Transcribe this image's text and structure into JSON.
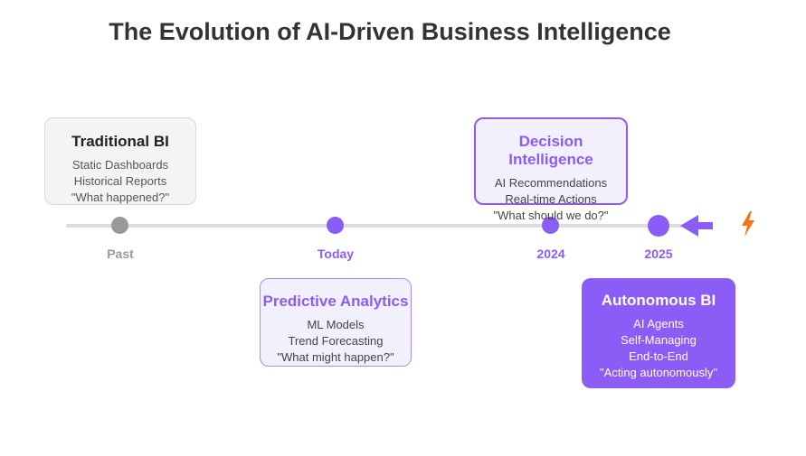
{
  "title": "The Evolution of AI-Driven Business Intelligence",
  "timeline": {
    "markers": [
      {
        "label": "Past"
      },
      {
        "label": "Today"
      },
      {
        "label": "2024"
      },
      {
        "label": "2025"
      }
    ]
  },
  "stages": {
    "traditional": {
      "heading": "Traditional BI",
      "lines": [
        "Static Dashboards",
        "Historical Reports",
        "\"What happened?\""
      ]
    },
    "predictive": {
      "heading": "Predictive Analytics",
      "lines": [
        "ML Models",
        "Trend Forecasting",
        "\"What might happen?\""
      ]
    },
    "decision": {
      "heading": "Decision Intelligence",
      "lines": [
        "AI Recommendations",
        "Real-time Actions",
        "\"What should we do?\""
      ]
    },
    "autonomous": {
      "heading": "Autonomous BI",
      "lines": [
        "AI Agents",
        "Self-Managing",
        "End-to-End",
        "\"Acting autonomously\""
      ]
    }
  },
  "icons": {
    "arrow": "arrow-left-icon",
    "bolt": "lightning-bolt-icon"
  },
  "colors": {
    "accent": "#8b5cf6",
    "past": "#999999",
    "timeline": "#dddddd",
    "bolt": "#f97316"
  }
}
